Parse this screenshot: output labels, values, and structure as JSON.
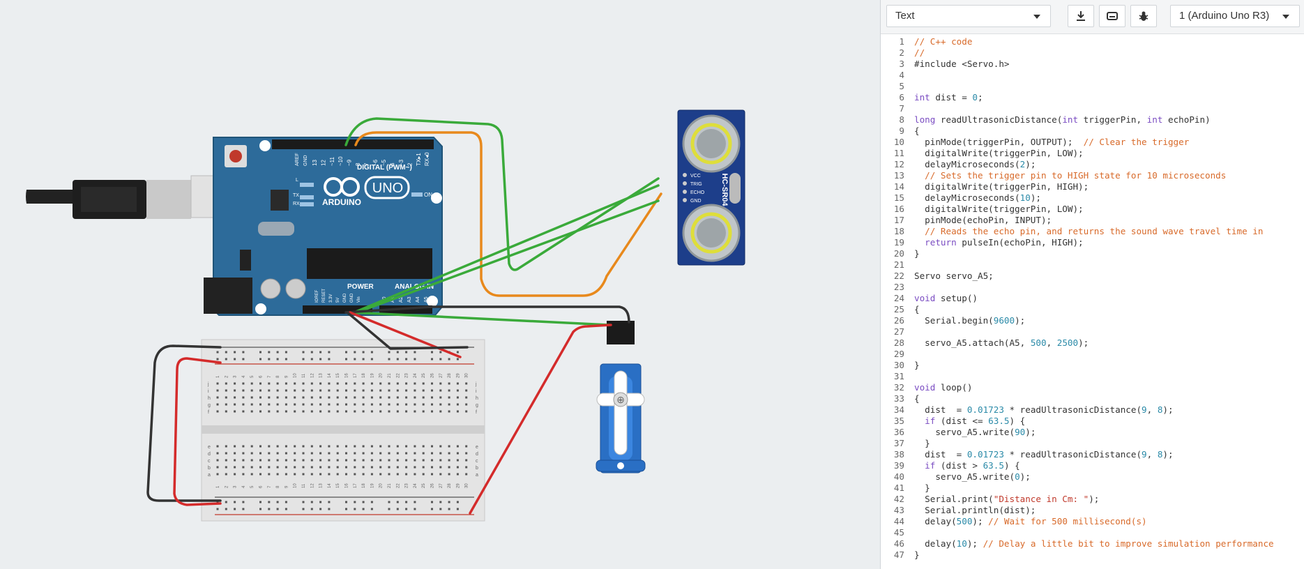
{
  "toolbar": {
    "mode_label": "Text",
    "board_label": "1 (Arduino Uno R3)",
    "icons": [
      "download-icon",
      "upload-icon",
      "debug-icon"
    ]
  },
  "board": {
    "model": "UNO",
    "brand": "ARDUINO",
    "digital_label": "DIGITAL (PWM~)",
    "power_label": "POWER",
    "analog_label": "ANALOG IN",
    "on_label": "ON",
    "l_label": "L",
    "tx_label": "TX",
    "rx_label": "RX",
    "aref_label": "AREF",
    "gnd_label": "GND",
    "pins_digital": [
      "13",
      "12",
      "~11",
      "~10",
      "~9",
      "8",
      "7",
      "~6",
      "~5",
      "4",
      "~3",
      "2",
      "TX▸1",
      "RX◂0"
    ],
    "pins_power": [
      "IOREF",
      "RESET",
      "3.3V",
      "5V",
      "GND",
      "GND",
      "Vin"
    ],
    "pins_analog": [
      "A0",
      "A1",
      "A2",
      "A3",
      "A4",
      "A5"
    ]
  },
  "sensor": {
    "model": "HC-SR04",
    "pins": [
      "VCC",
      "TRIG",
      "ECHO",
      "GND"
    ]
  },
  "breadboard": {
    "numbers": [
      "1",
      "2",
      "3",
      "4",
      "5",
      "6",
      "7",
      "8",
      "9",
      "10",
      "11",
      "12",
      "13",
      "14",
      "15",
      "16",
      "17",
      "18",
      "19",
      "20",
      "21",
      "22",
      "23",
      "24",
      "25",
      "26",
      "27",
      "28",
      "29",
      "30"
    ],
    "rows_top": [
      "j",
      "i",
      "h",
      "g",
      "f"
    ],
    "rows_bottom": [
      "e",
      "d",
      "c",
      "b",
      "a"
    ]
  },
  "colors": {
    "arduino_blue": "#2d6b9a",
    "wire_green": "#3aaa3a",
    "wire_orange": "#e8891c",
    "wire_red": "#d42b2b",
    "wire_black": "#333333",
    "sensor_blue": "#1d3e8a",
    "servo_blue": "#2a6fc4"
  },
  "code": {
    "line_numbers": [
      "1",
      "2",
      "3",
      "4",
      "5",
      "6",
      "7",
      "8",
      "9",
      "10",
      "11",
      "12",
      "13",
      "14",
      "15",
      "16",
      "17",
      "18",
      "19",
      "20",
      "21",
      "22",
      "23",
      "24",
      "25",
      "26",
      "27",
      "28",
      "29",
      "30",
      "31",
      "32",
      "33",
      "34",
      "35",
      "36",
      "37",
      "38",
      "39",
      "40",
      "41",
      "42",
      "43",
      "44",
      "45",
      "46",
      "47"
    ],
    "lines": [
      [
        {
          "t": "// C++ code",
          "c": "cm"
        }
      ],
      [
        {
          "t": "//",
          "c": "cm"
        }
      ],
      [
        {
          "t": "#include <Servo.h>",
          "c": ""
        }
      ],
      [],
      [],
      [
        {
          "t": "int",
          "c": "kw"
        },
        {
          "t": " dist = ",
          "c": ""
        },
        {
          "t": "0",
          "c": "nm"
        },
        {
          "t": ";",
          "c": ""
        }
      ],
      [],
      [
        {
          "t": "long",
          "c": "kw"
        },
        {
          "t": " readUltrasonicDistance(",
          "c": ""
        },
        {
          "t": "int",
          "c": "kw"
        },
        {
          "t": " triggerPin, ",
          "c": ""
        },
        {
          "t": "int",
          "c": "kw"
        },
        {
          "t": " echoPin)",
          "c": ""
        }
      ],
      [
        {
          "t": "{",
          "c": ""
        }
      ],
      [
        {
          "t": "  pinMode(triggerPin, OUTPUT);  ",
          "c": ""
        },
        {
          "t": "// Clear the trigger",
          "c": "cm"
        }
      ],
      [
        {
          "t": "  digitalWrite(triggerPin, LOW);",
          "c": ""
        }
      ],
      [
        {
          "t": "  delayMicroseconds(",
          "c": ""
        },
        {
          "t": "2",
          "c": "nm"
        },
        {
          "t": ");",
          "c": ""
        }
      ],
      [
        {
          "t": "  // Sets the trigger pin to HIGH state for 10 microseconds",
          "c": "cm"
        }
      ],
      [
        {
          "t": "  digitalWrite(triggerPin, HIGH);",
          "c": ""
        }
      ],
      [
        {
          "t": "  delayMicroseconds(",
          "c": ""
        },
        {
          "t": "10",
          "c": "nm"
        },
        {
          "t": ");",
          "c": ""
        }
      ],
      [
        {
          "t": "  digitalWrite(triggerPin, LOW);",
          "c": ""
        }
      ],
      [
        {
          "t": "  pinMode(echoPin, INPUT);",
          "c": ""
        }
      ],
      [
        {
          "t": "  // Reads the echo pin, and returns the sound wave travel time in",
          "c": "cm"
        }
      ],
      [
        {
          "t": "  ",
          "c": ""
        },
        {
          "t": "return",
          "c": "kw"
        },
        {
          "t": " pulseIn(echoPin, HIGH);",
          "c": ""
        }
      ],
      [
        {
          "t": "}",
          "c": ""
        }
      ],
      [],
      [
        {
          "t": "Servo servo_A5;",
          "c": ""
        }
      ],
      [],
      [
        {
          "t": "void",
          "c": "kw"
        },
        {
          "t": " setup()",
          "c": ""
        }
      ],
      [
        {
          "t": "{",
          "c": ""
        }
      ],
      [
        {
          "t": "  Serial.begin(",
          "c": ""
        },
        {
          "t": "9600",
          "c": "nm"
        },
        {
          "t": ");",
          "c": ""
        }
      ],
      [],
      [
        {
          "t": "  servo_A5.attach(A5, ",
          "c": ""
        },
        {
          "t": "500",
          "c": "nm"
        },
        {
          "t": ", ",
          "c": ""
        },
        {
          "t": "2500",
          "c": "nm"
        },
        {
          "t": ");",
          "c": ""
        }
      ],
      [],
      [
        {
          "t": "}",
          "c": ""
        }
      ],
      [],
      [
        {
          "t": "void",
          "c": "kw"
        },
        {
          "t": " loop()",
          "c": ""
        }
      ],
      [
        {
          "t": "{",
          "c": ""
        }
      ],
      [
        {
          "t": "  dist  = ",
          "c": ""
        },
        {
          "t": "0.01723",
          "c": "nm"
        },
        {
          "t": " * readUltrasonicDistance(",
          "c": ""
        },
        {
          "t": "9",
          "c": "nm"
        },
        {
          "t": ", ",
          "c": ""
        },
        {
          "t": "8",
          "c": "nm"
        },
        {
          "t": ");",
          "c": ""
        }
      ],
      [
        {
          "t": "  ",
          "c": ""
        },
        {
          "t": "if",
          "c": "kw"
        },
        {
          "t": " (dist <= ",
          "c": ""
        },
        {
          "t": "63.5",
          "c": "nm"
        },
        {
          "t": ") {",
          "c": ""
        }
      ],
      [
        {
          "t": "    servo_A5.write(",
          "c": ""
        },
        {
          "t": "90",
          "c": "nm"
        },
        {
          "t": ");",
          "c": ""
        }
      ],
      [
        {
          "t": "  }",
          "c": ""
        }
      ],
      [
        {
          "t": "  dist  = ",
          "c": ""
        },
        {
          "t": "0.01723",
          "c": "nm"
        },
        {
          "t": " * readUltrasonicDistance(",
          "c": ""
        },
        {
          "t": "9",
          "c": "nm"
        },
        {
          "t": ", ",
          "c": ""
        },
        {
          "t": "8",
          "c": "nm"
        },
        {
          "t": ");",
          "c": ""
        }
      ],
      [
        {
          "t": "  ",
          "c": ""
        },
        {
          "t": "if",
          "c": "kw"
        },
        {
          "t": " (dist > ",
          "c": ""
        },
        {
          "t": "63.5",
          "c": "nm"
        },
        {
          "t": ") {",
          "c": ""
        }
      ],
      [
        {
          "t": "    servo_A5.write(",
          "c": ""
        },
        {
          "t": "0",
          "c": "nm"
        },
        {
          "t": ");",
          "c": ""
        }
      ],
      [
        {
          "t": "  }",
          "c": ""
        }
      ],
      [
        {
          "t": "  Serial.print(",
          "c": ""
        },
        {
          "t": "\"Distance in Cm: \"",
          "c": "st"
        },
        {
          "t": ");",
          "c": ""
        }
      ],
      [
        {
          "t": "  Serial.println(dist);",
          "c": ""
        }
      ],
      [
        {
          "t": "  delay(",
          "c": ""
        },
        {
          "t": "500",
          "c": "nm"
        },
        {
          "t": "); ",
          "c": ""
        },
        {
          "t": "// Wait for 500 millisecond(s)",
          "c": "cm"
        }
      ],
      [],
      [
        {
          "t": "  delay(",
          "c": ""
        },
        {
          "t": "10",
          "c": "nm"
        },
        {
          "t": "); ",
          "c": ""
        },
        {
          "t": "// Delay a little bit to improve simulation performance",
          "c": "cm"
        }
      ],
      [
        {
          "t": "}",
          "c": ""
        }
      ]
    ]
  }
}
